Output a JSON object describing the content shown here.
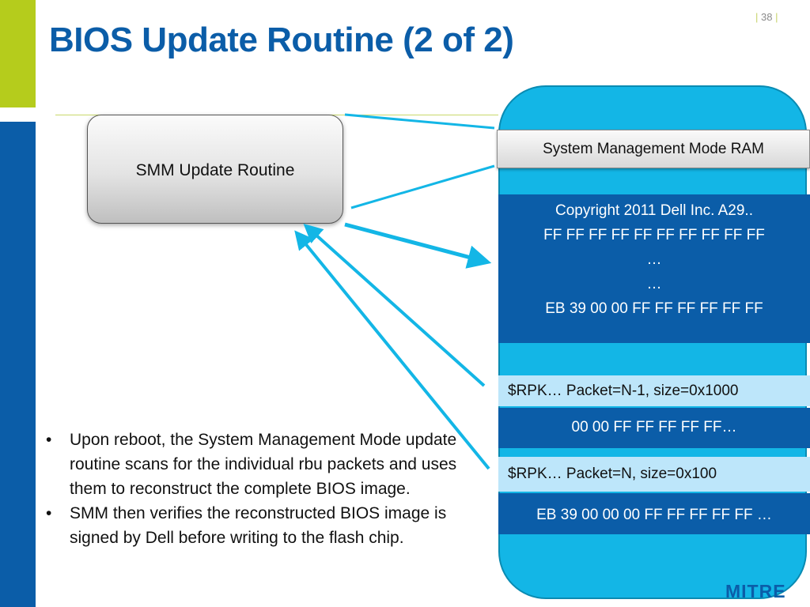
{
  "slide": {
    "title": "BIOS Update Routine (2 of 2)",
    "page_number": "38",
    "page_separator": "|"
  },
  "diagram": {
    "smm_box_label": "SMM Update Routine",
    "ram_label": "System Management Mode RAM",
    "bios_image_lines": [
      "Copyright 2011 Dell Inc. A29..",
      "FF FF FF FF FF FF FF FF FF FF",
      "…",
      "…",
      "EB 39 00 00 FF FF FF FF FF FF"
    ],
    "packet1_label": "$RPK… Packet=N-1, size=0x1000",
    "packet1_data": "00 00 FF FF FF FF FF…",
    "packet2_label": "$RPK… Packet=N, size=0x100",
    "packet2_data": "EB 39 00 00 00 FF FF FF FF FF …"
  },
  "bullets": [
    "Upon reboot, the System Management Mode update routine scans for the individual rbu packets and uses them to reconstruct the complete BIOS image.",
    "SMM then verifies the reconstructed BIOS image is signed by Dell before writing to the flash chip."
  ],
  "bullet_symbol": "•",
  "logo_text": "MITRE",
  "colors": {
    "title_blue": "#0b5da8",
    "accent_green": "#b5cc1c",
    "ram_cyan": "#13b6e6",
    "packet_label_bg": "#bde6fa"
  }
}
